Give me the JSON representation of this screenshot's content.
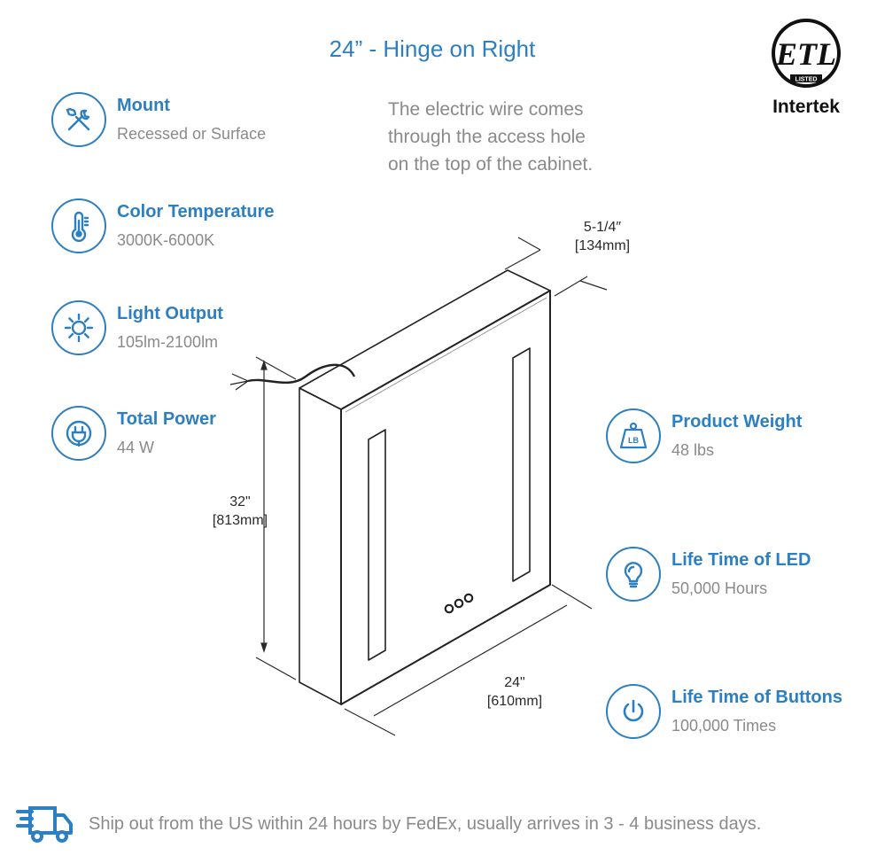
{
  "title": "24” - Hinge on Right",
  "note": {
    "lines": [
      "The electric wire comes",
      "through the access hole",
      "on the top of the cabinet."
    ]
  },
  "features_left": [
    {
      "icon": "tools-icon",
      "label": "Mount",
      "value": "Recessed or Surface"
    },
    {
      "icon": "thermometer-icon",
      "label": "Color Temperature",
      "value": "3000K-6000K"
    },
    {
      "icon": "sun-icon",
      "label": "Light Output",
      "value": "105lm-2100lm"
    },
    {
      "icon": "plug-icon",
      "label": "Total Power",
      "value": "44 W"
    }
  ],
  "features_right": [
    {
      "icon": "weight-icon",
      "label": "Product Weight",
      "value": "48 lbs"
    },
    {
      "icon": "bulb-icon",
      "label": "Life Time of LED",
      "value": "50,000 Hours"
    },
    {
      "icon": "power-icon",
      "label": "Life Time of Buttons",
      "value": "100,000 Times"
    }
  ],
  "dimensions": {
    "depth": {
      "imperial": "5-1/4″",
      "metric": "[134mm]"
    },
    "height": {
      "imperial": "32\"",
      "metric": "[813mm]"
    },
    "width": {
      "imperial": "24\"",
      "metric": "[610mm]"
    }
  },
  "weight_badge": "LB",
  "certification": {
    "mark": "ETL",
    "small": "LISTED",
    "brand": "Intertek"
  },
  "shipping": "Ship out from the US within 24 hours by FedEx, usually arrives in 3 - 4 business days.",
  "colors": {
    "accent": "#2b7fc2",
    "muted": "#8a8a8a",
    "line": "#2a2a2a"
  }
}
